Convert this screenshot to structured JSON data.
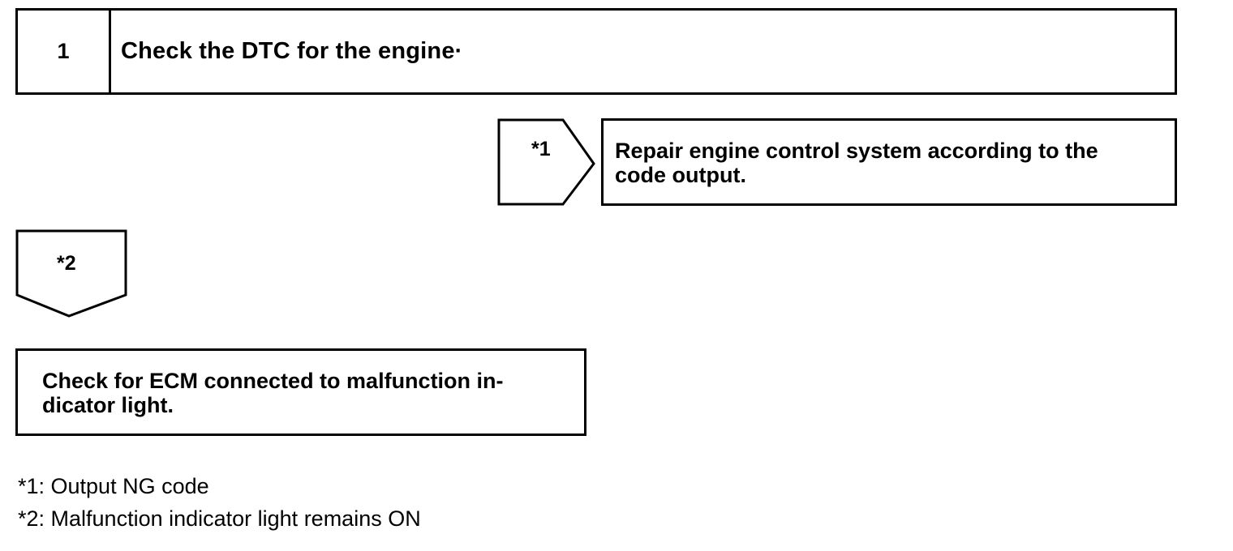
{
  "step1": {
    "number": "1",
    "text": "Check the DTC for the engine·"
  },
  "branch1": {
    "label": "*1",
    "action": "Repair engine control system according to the code output."
  },
  "branch2": {
    "label": "*2",
    "action": "Check for ECM connected to malfunction in-dicator light."
  },
  "notes": [
    "*1: Output NG code",
    "*2: Malfunction indicator light remains ON"
  ]
}
